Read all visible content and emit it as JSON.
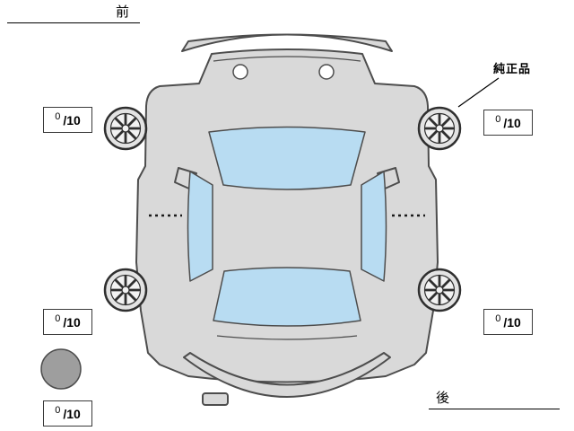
{
  "labels": {
    "front": "前",
    "rear": "後",
    "genuine_part": "純正品"
  },
  "tread_scores": {
    "front_left": {
      "value": "0",
      "denominator": "/10"
    },
    "front_right": {
      "value": "0",
      "denominator": "/10"
    },
    "rear_left": {
      "value": "0",
      "denominator": "/10"
    },
    "rear_right": {
      "value": "0",
      "denominator": "/10"
    },
    "spare": {
      "value": "0",
      "denominator": "/10"
    }
  },
  "colors": {
    "body": "#d9d9d9",
    "window": "#b8dcf2",
    "outline": "#4d4d4d",
    "spare_circle": "#9e9e9e"
  }
}
